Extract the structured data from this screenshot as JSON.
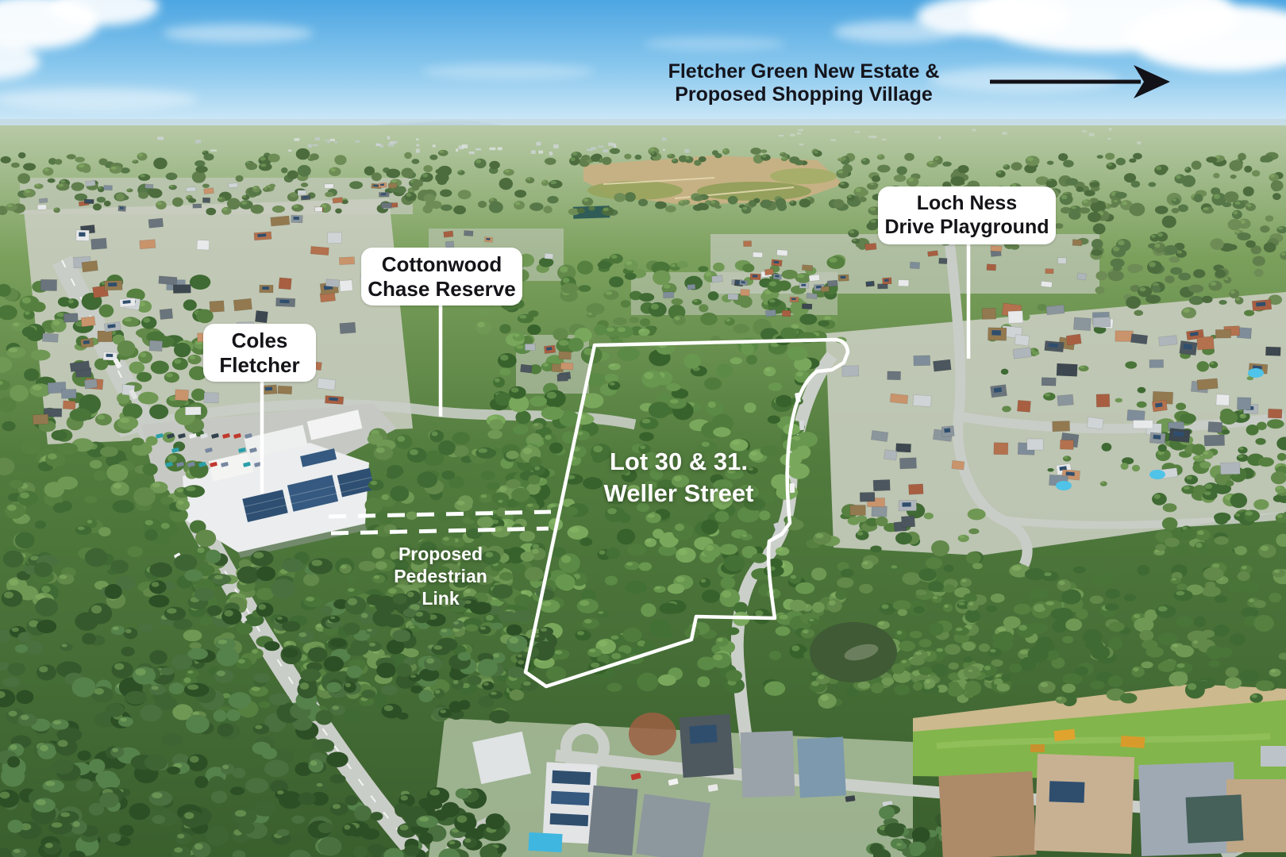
{
  "annotations": {
    "direction_note": {
      "line1": "Fletcher Green New Estate &",
      "line2": "Proposed Shopping Village"
    },
    "labels": {
      "coles": {
        "line1": "Coles",
        "line2": "Fletcher"
      },
      "cottonwood": {
        "line1": "Cottonwood",
        "line2": "Chase Reserve"
      },
      "lochness": {
        "line1": "Loch Ness",
        "line2": "Drive Playground"
      }
    },
    "lot": {
      "line1": "Lot 30 & 31.",
      "line2": "Weller Street"
    },
    "pedestrian": {
      "line1": "Proposed",
      "line2": "Pedestrian",
      "line3": "Link"
    }
  },
  "colors": {
    "annotation_white": "#ffffff",
    "annotation_black": "#14141c",
    "boundary_line": "#ffffff"
  }
}
